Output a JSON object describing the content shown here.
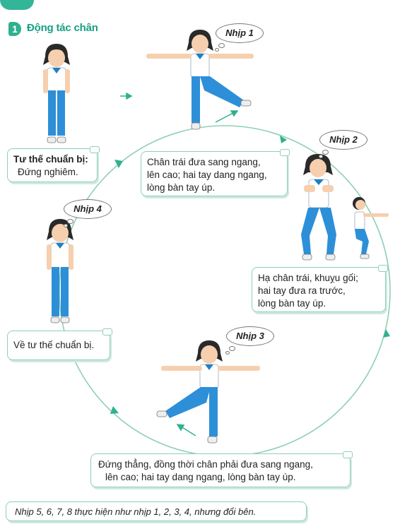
{
  "section": {
    "number": "1",
    "title": "Động tác chân"
  },
  "beats": [
    {
      "label": "Nhịp 1",
      "desc": [
        "Chân trái đưa sang ngang,",
        "lên cao; hai tay dang ngang,",
        "lòng bàn tay úp."
      ]
    },
    {
      "label": "Nhịp 2",
      "desc": [
        "Hạ chân trái, khuỵu gối;",
        "hai tay đưa ra trước,",
        "lòng bàn tay úp."
      ]
    },
    {
      "label": "Nhịp 3",
      "desc": [
        "Đứng thẳng, đồng thời chân phải đưa sang ngang,",
        "lên cao; hai tay dang ngang, lòng bàn tay úp."
      ]
    },
    {
      "label": "Nhịp 4",
      "desc": [
        "Về tư thế chuẩn bị."
      ]
    }
  ],
  "ready": {
    "title": "Tư thế chuẩn bị:",
    "desc": "Đứng nghiêm."
  },
  "footer_note": "Nhịp 5, 6, 7, 8 thực hiện như nhịp 1, 2, 3, 4, nhưng đổi bên.",
  "colors": {
    "accent": "#16a085",
    "shirt": "#ffffff",
    "pants": "#2d8fd8",
    "collar": "#1e7fc8",
    "hair": "#2a2a2a",
    "skin": "#f6cfae",
    "circle": "#8ecfb6"
  }
}
